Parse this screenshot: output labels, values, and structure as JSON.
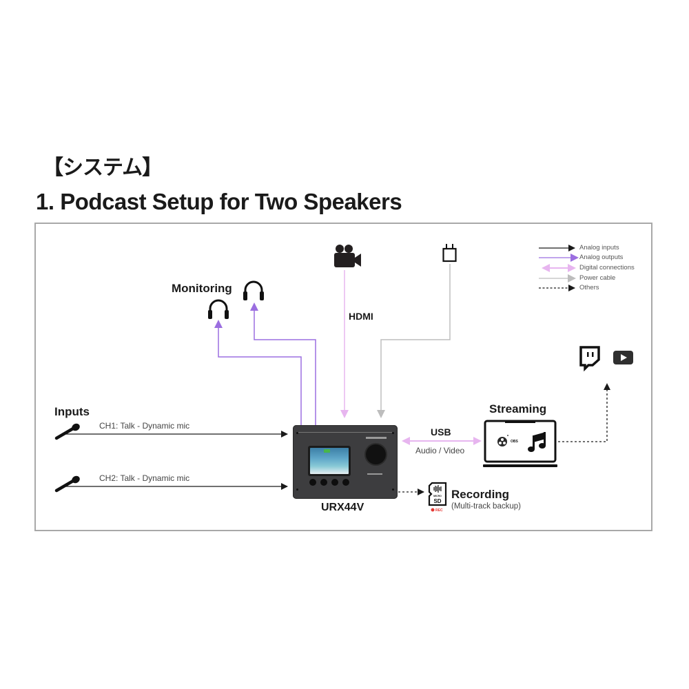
{
  "header": {
    "section_tag": "【システム】",
    "title": "1. Podcast Setup for Two Speakers"
  },
  "legend": {
    "items": [
      {
        "label": "Analog inputs",
        "style": "solid",
        "color": "#1a1a1a",
        "arrow": "right"
      },
      {
        "label": "Analog outputs",
        "style": "solid",
        "color": "#9b6ee0",
        "arrow": "right"
      },
      {
        "label": "Digital connections",
        "style": "solid",
        "color": "#e7b5ef",
        "arrow": "both"
      },
      {
        "label": "Power cable",
        "style": "solid",
        "color": "#bdbdbd",
        "arrow": "right"
      },
      {
        "label": "Others",
        "style": "dotted",
        "color": "#1a1a1a",
        "arrow": "right"
      }
    ]
  },
  "diagram": {
    "monitoring_label": "Monitoring",
    "hdmi_label": "HDMI",
    "inputs_label": "Inputs",
    "inputs": [
      {
        "label": "CH1: Talk - Dynamic mic",
        "icon": "microphone-icon"
      },
      {
        "label": "CH2: Talk - Dynamic mic",
        "icon": "microphone-icon"
      }
    ],
    "device_label": "URX44V",
    "usb_label": "USB",
    "usb_sublabel": "Audio / Video",
    "streaming_label": "Streaming",
    "obs_label": "OBS",
    "recording_label": "Recording",
    "recording_sublabel": "(Multi-track backup)",
    "sd_text": "SD",
    "sd_micro": "MICRO",
    "rec_text": "REC",
    "platforms": [
      "twitch-icon",
      "youtube-icon"
    ]
  },
  "colors": {
    "analog_in": "#1a1a1a",
    "analog_out": "#9b6ee0",
    "digital": "#e7b5ef",
    "power": "#bdbdbd",
    "frame_border": "#a8a8a8"
  }
}
